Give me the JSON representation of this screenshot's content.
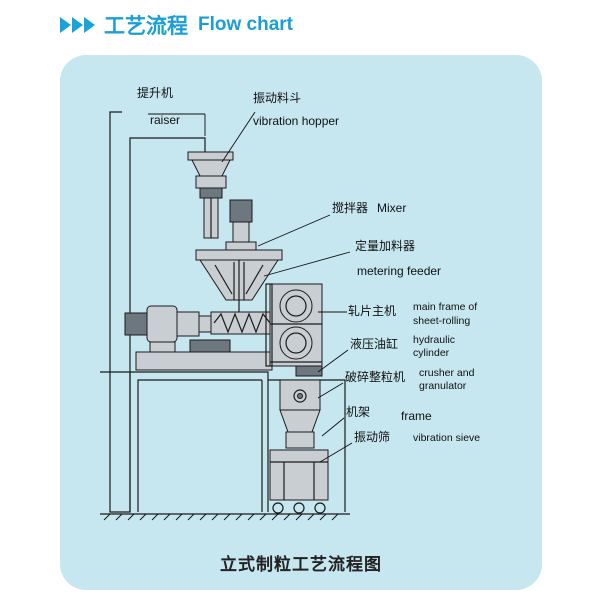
{
  "header": {
    "title_zh": "工艺流程",
    "title_en": "Flow chart",
    "color": "#1a9ed6"
  },
  "panel": {
    "background": "#c6e6f0"
  },
  "labels": {
    "raiser_zh": "提升机",
    "raiser_en": "raiser",
    "hopper_zh": "振动料斗",
    "hopper_en": "vibration hopper",
    "mixer_zh": "搅拌器",
    "mixer_en": "Mixer",
    "feeder_zh": "定量加料器",
    "feeder_en": "metering feeder",
    "rolling_zh": "轧片主机",
    "rolling_en1": "main frame of",
    "rolling_en2": "sheet-rolling",
    "hydraulic_zh": "液压油缸",
    "hydraulic_en1": "hydraulic",
    "hydraulic_en2": "cylinder",
    "crusher_zh": "破碎整粒机",
    "crusher_en1": "crusher and",
    "crusher_en2": "granulator",
    "frame_zh": "机架",
    "frame_en": "frame",
    "sieve_zh": "振动筛",
    "sieve_en": "vibration sieve"
  },
  "caption": "立式制粒工艺流程图"
}
